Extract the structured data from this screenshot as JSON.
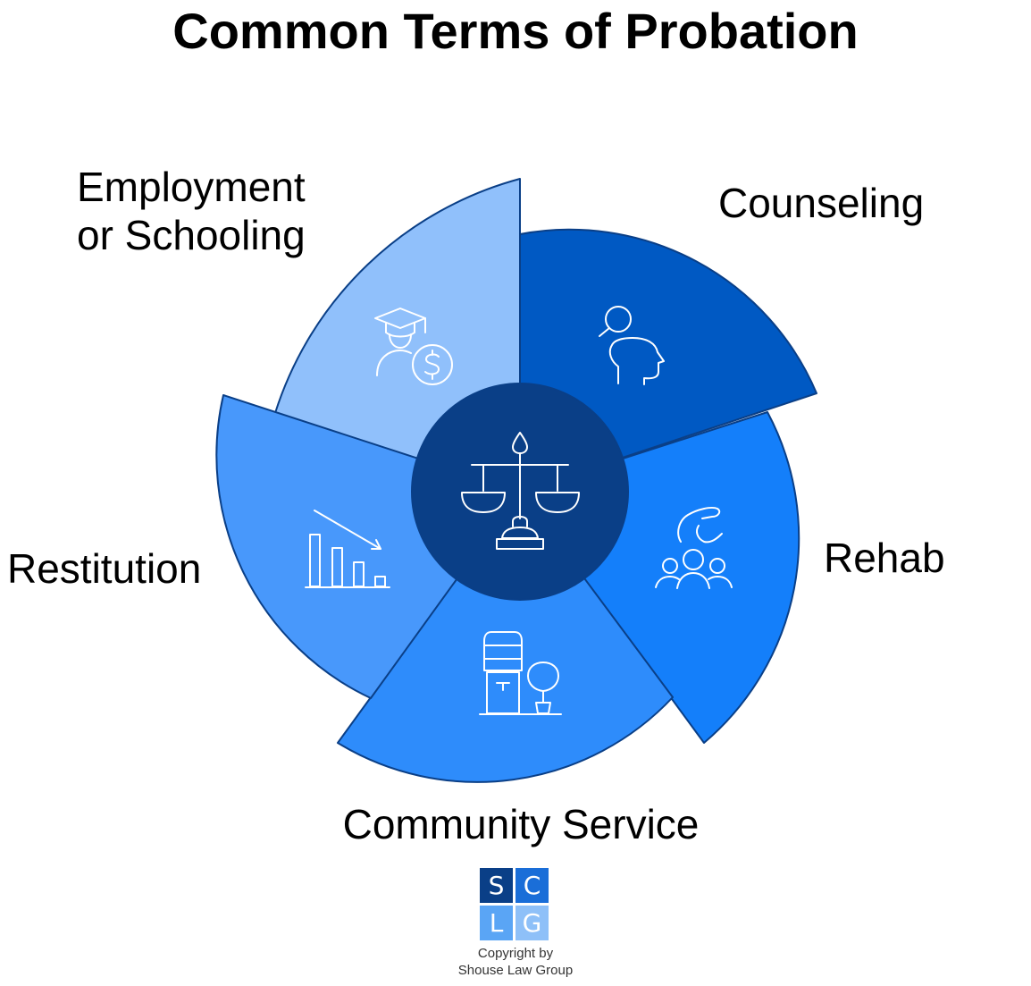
{
  "title": "Common Terms of Probation",
  "segments": {
    "employment": {
      "line1": "Employment",
      "line2": "or Schooling",
      "icon": "graduate-money-icon",
      "color": "#90c0fb"
    },
    "counseling": {
      "label": "Counseling",
      "icon": "head-magnifier-icon",
      "color": "#0059c3"
    },
    "rehab": {
      "label": "Rehab",
      "icon": "support-group-icon",
      "color": "#147ffa"
    },
    "community": {
      "label": "Community Service",
      "icon": "water-cooler-plant-icon",
      "color": "#2e8cfb"
    },
    "restitution": {
      "label": "Restitution",
      "icon": "declining-bar-chart-icon",
      "color": "#4898fb"
    }
  },
  "center": {
    "icon": "scales-of-justice-icon",
    "color": "#0a3f87"
  },
  "logo": {
    "s": "S",
    "c": "C",
    "l": "L",
    "g": "G"
  },
  "copyright": {
    "line1": "Copyright by",
    "line2": "Shouse Law Group"
  }
}
